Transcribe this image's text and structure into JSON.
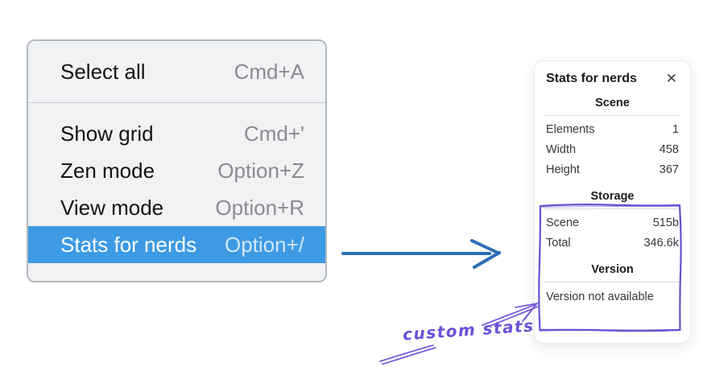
{
  "context_menu": {
    "items": [
      {
        "label": "Select all",
        "shortcut": "Cmd+A",
        "selected": false
      },
      {
        "label": "Show grid",
        "shortcut": "Cmd+'",
        "selected": false
      },
      {
        "label": "Zen mode",
        "shortcut": "Option+Z",
        "selected": false
      },
      {
        "label": "View mode",
        "shortcut": "Option+R",
        "selected": false
      },
      {
        "label": "Stats for nerds",
        "shortcut": "Option+/",
        "selected": true
      }
    ]
  },
  "stats_panel": {
    "title": "Stats for nerds",
    "close_icon": "✕",
    "sections": [
      {
        "heading": "Scene",
        "rows": [
          {
            "label": "Elements",
            "value": "1"
          },
          {
            "label": "Width",
            "value": "458"
          },
          {
            "label": "Height",
            "value": "367"
          }
        ]
      },
      {
        "heading": "Storage",
        "rows": [
          {
            "label": "Scene",
            "value": "515b"
          },
          {
            "label": "Total",
            "value": "346.6k"
          }
        ]
      },
      {
        "heading": "Version",
        "note": "Version not available"
      }
    ]
  },
  "annotation": {
    "label": "custom stats"
  },
  "colors": {
    "menu_selection_blue": "#3d9ae4",
    "flow_arrow_blue": "#2a6db6",
    "annotation_purple": "#6c4fd6",
    "menu_background": "#f1f2f4",
    "menu_border": "#b3b9c0"
  }
}
